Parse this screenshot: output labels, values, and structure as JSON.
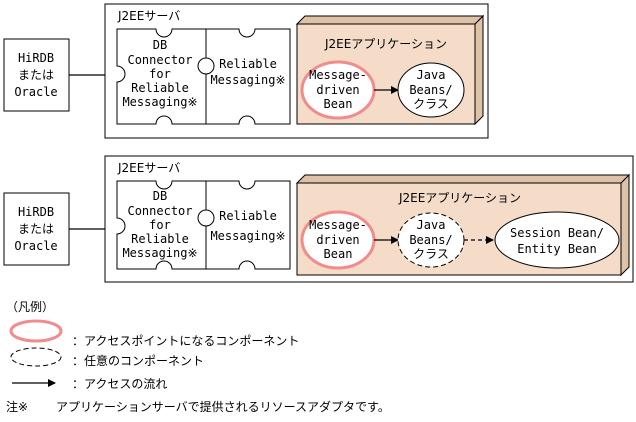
{
  "diagram1": {
    "server_title": "J2EEサーバ",
    "db_box": [
      "HiRDB",
      "または",
      "Oracle"
    ],
    "connector": [
      "DB",
      "Connector",
      "for",
      "Reliable",
      "Messaging※"
    ],
    "reliable": [
      "Reliable",
      "Messaging※"
    ],
    "app_title": "J2EEアプリケーション",
    "mdb": [
      "Message-",
      "driven",
      "Bean"
    ],
    "java_beans": [
      "Java",
      "Beans/",
      "クラス"
    ]
  },
  "diagram2": {
    "server_title": "J2EEサーバ",
    "db_box": [
      "HiRDB",
      "または",
      "Oracle"
    ],
    "connector": [
      "DB",
      "Connector",
      "for",
      "Reliable",
      "Messaging※"
    ],
    "reliable": [
      "Reliable",
      "Messaging※"
    ],
    "app_title": "J2EEアプリケーション",
    "mdb": [
      "Message-",
      "driven",
      "Bean"
    ],
    "java_beans": [
      "Java",
      "Beans/",
      "クラス"
    ],
    "session_bean": [
      "Session Bean/",
      "Entity Bean"
    ]
  },
  "legend": {
    "title": "（凡例）",
    "access_point": "：アクセスポイントになるコンポーネント",
    "optional": "：任意のコンポーネント",
    "flow": "：アクセスの流れ"
  },
  "footnote": {
    "mark": "注※",
    "text": "アプリケーションサーバで提供されるリソースアダプタです。"
  },
  "colors": {
    "access_point_stroke": "#f08c8c",
    "app_fill": "#f5dcc8",
    "app_side": "#ddc2a8"
  }
}
